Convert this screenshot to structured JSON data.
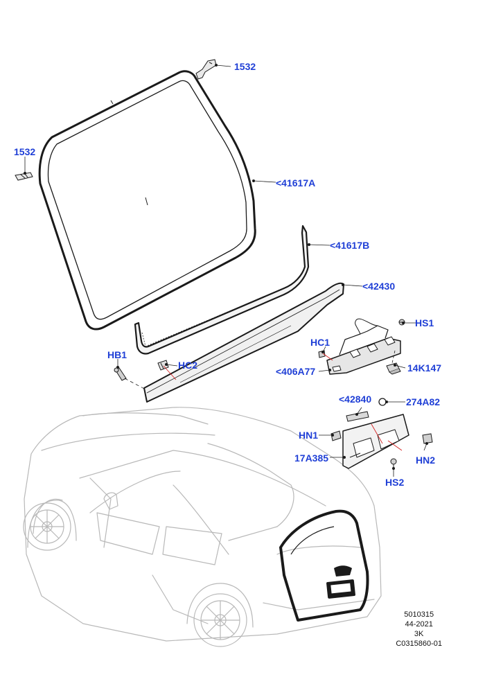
{
  "colors": {
    "callout": "#1f3fd6",
    "part_stroke": "#1a1a1a",
    "vehicle_stroke": "#b8b8b8",
    "leader_red": "#d42020"
  },
  "callouts": {
    "p1532_top": "1532",
    "p1532_left": "1532",
    "p41617a": "<41617A",
    "p41617b": "<41617B",
    "p42430": "<42430",
    "hs1": "HS1",
    "hc1": "HC1",
    "hb1": "HB1",
    "hc2": "HC2",
    "p406a77": "<406A77",
    "p14k147": "14K147",
    "p42840": "<42840",
    "p274a82": "274A82",
    "hn1": "HN1",
    "hn2": "HN2",
    "p17a385": "17A385",
    "hs2": "HS2"
  },
  "info": {
    "line1": "5010315",
    "line2": "44-2021",
    "line3": "3K",
    "line4": "C0315860-01"
  }
}
